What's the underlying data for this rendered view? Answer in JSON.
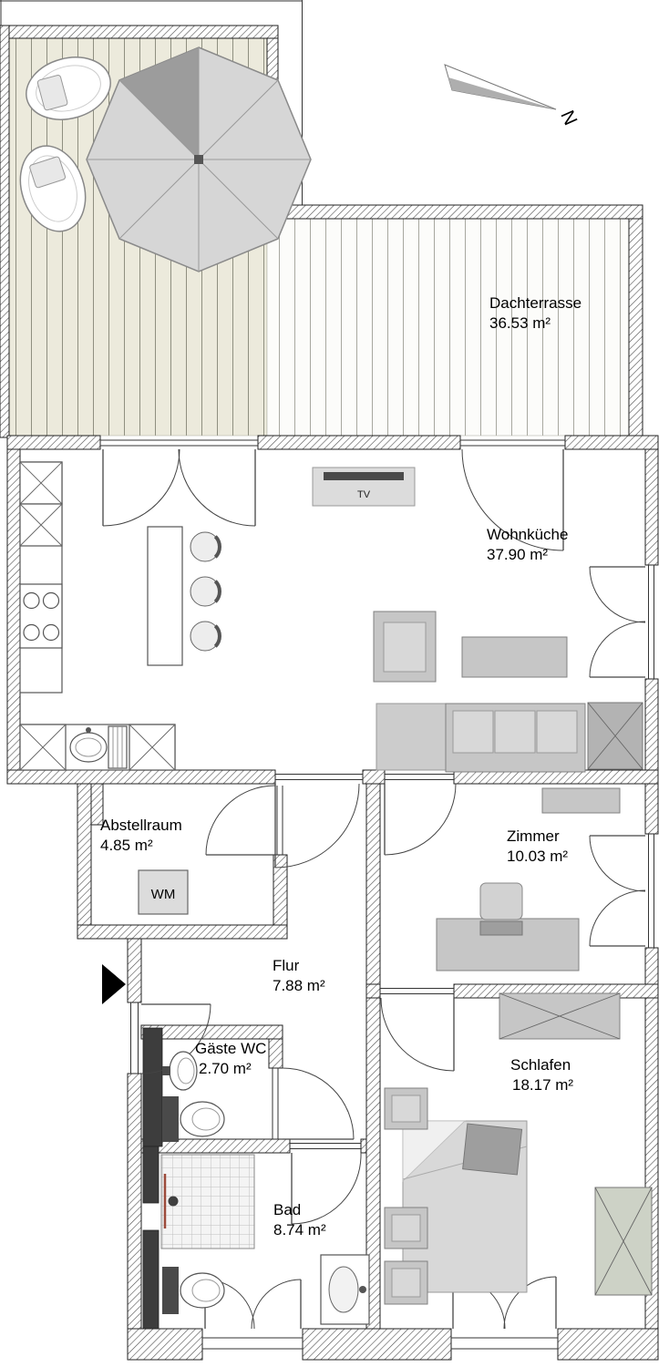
{
  "plan": {
    "compass": {
      "label": "N"
    },
    "rooms": {
      "dachterrasse": {
        "name": "Dachterrasse",
        "area": "36.53 m²"
      },
      "wohnkueche": {
        "name": "Wohnküche",
        "area": "37.90 m²"
      },
      "abstellraum": {
        "name": "Abstellraum",
        "area": "4.85 m²"
      },
      "zimmer": {
        "name": "Zimmer",
        "area": "10.03 m²"
      },
      "flur": {
        "name": "Flur",
        "area": "7.88 m²"
      },
      "gaeste_wc": {
        "name": "Gäste WC",
        "area": "2.70 m²"
      },
      "bad": {
        "name": "Bad",
        "area": "8.74 m²"
      },
      "schlafen": {
        "name": "Schlafen",
        "area": "18.17 m²"
      }
    },
    "labels": {
      "washing_machine": "WM",
      "tv": "TV"
    },
    "colors": {
      "wall_hatch": "#4f4f4f",
      "installation_wall": "#3d3d3d",
      "furniture": "#c6c6c6",
      "furniture_dark": "#9e9e9e",
      "umbrella": "#d6d6d6",
      "umbrella_dark": "#9c9c9c",
      "deck_left": "#eceadc",
      "shower_tile": "#f4f4f4"
    }
  }
}
